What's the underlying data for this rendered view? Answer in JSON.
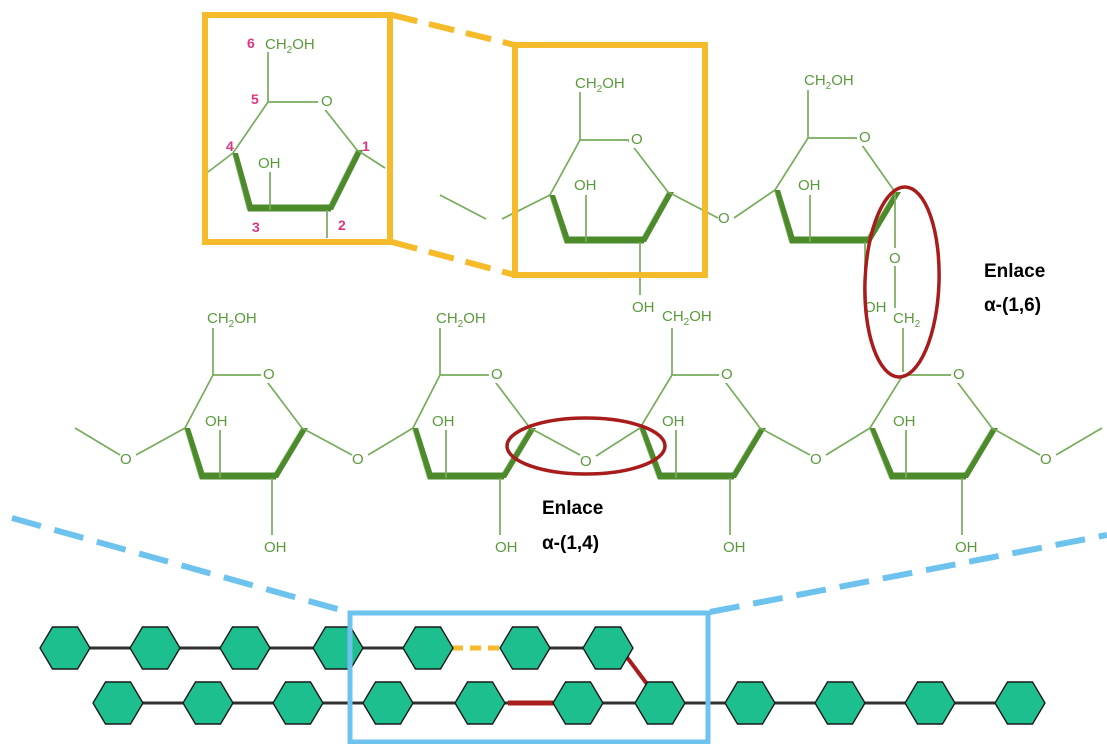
{
  "colors": {
    "bond": "#78ac5c",
    "bond_dark": "#4c8a2c",
    "atom_text": "#5a9a3c",
    "carbon_number": "#e0347f",
    "zoom_box": "#f5bb2a",
    "bond_highlight": "#a81c1c",
    "overview_box": "#6ec3ee",
    "hexagon_fill": "#1dbf8e"
  },
  "atoms": {
    "ch2oh_sub": "2",
    "ch2_sub": "2"
  },
  "glucose_unit": {
    "ring_oxygen": "O",
    "ch2oh_head": "CH",
    "ch2oh_tail": "OH",
    "hydroxyl": "OH",
    "carbon_numbers": [
      "1",
      "2",
      "3",
      "4",
      "5",
      "6"
    ]
  },
  "bridging_oxygen": "O",
  "labels": {
    "alpha16_line1": "Enlace",
    "alpha16_line2": "α-(1,6)",
    "alpha14_line1": "Enlace",
    "alpha14_line2": "α-(1,4)"
  }
}
